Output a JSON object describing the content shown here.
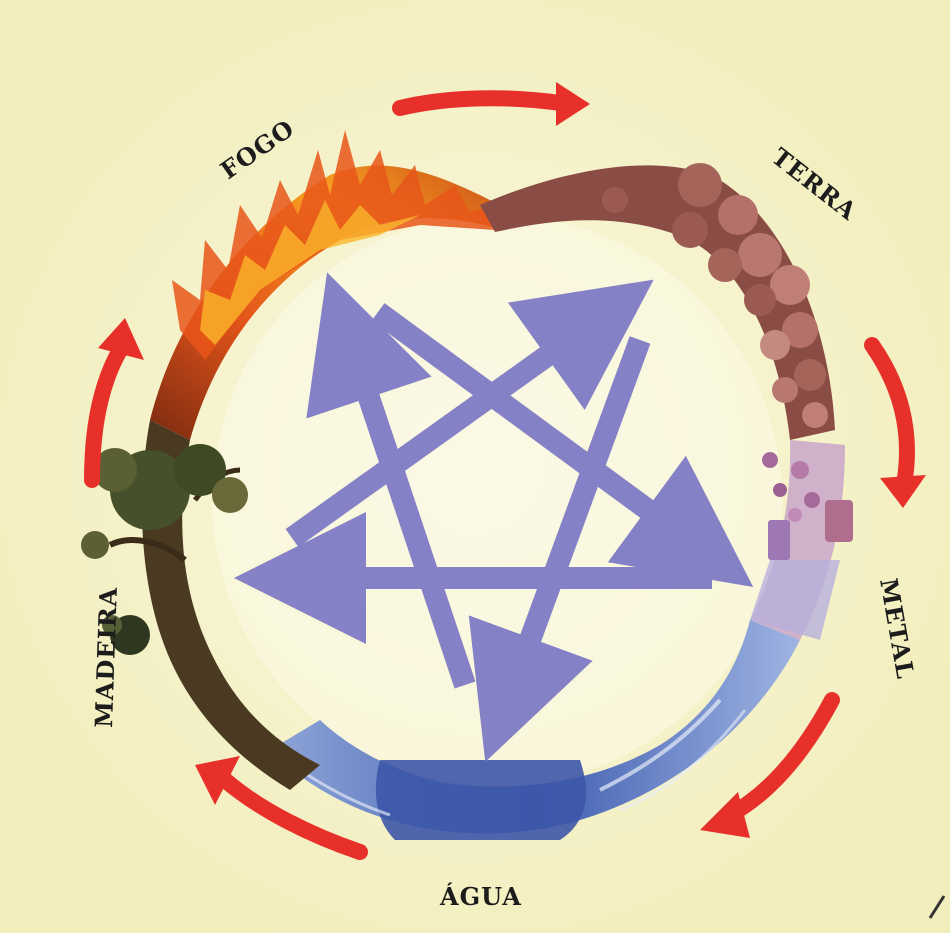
{
  "elements": {
    "fire": "FOGO",
    "earth": "TERRA",
    "metal": "METAL",
    "water": "ÁGUA",
    "wood": "MADEIRA"
  },
  "colors": {
    "background": "#f7f3c9",
    "cycle_arrow": "#e8302a",
    "star_arrow": "#7b77c4",
    "fire": "#e8561a",
    "earth": "#9a5a4e",
    "metal": "#a37fb0",
    "water": "#4d68b6",
    "wood": "#4a3a22"
  },
  "icons": {
    "fire": "flame-icon",
    "earth": "rock-pile-icon",
    "metal": "metal-crystal-icon",
    "water": "water-wave-icon",
    "wood": "tree-icon"
  }
}
